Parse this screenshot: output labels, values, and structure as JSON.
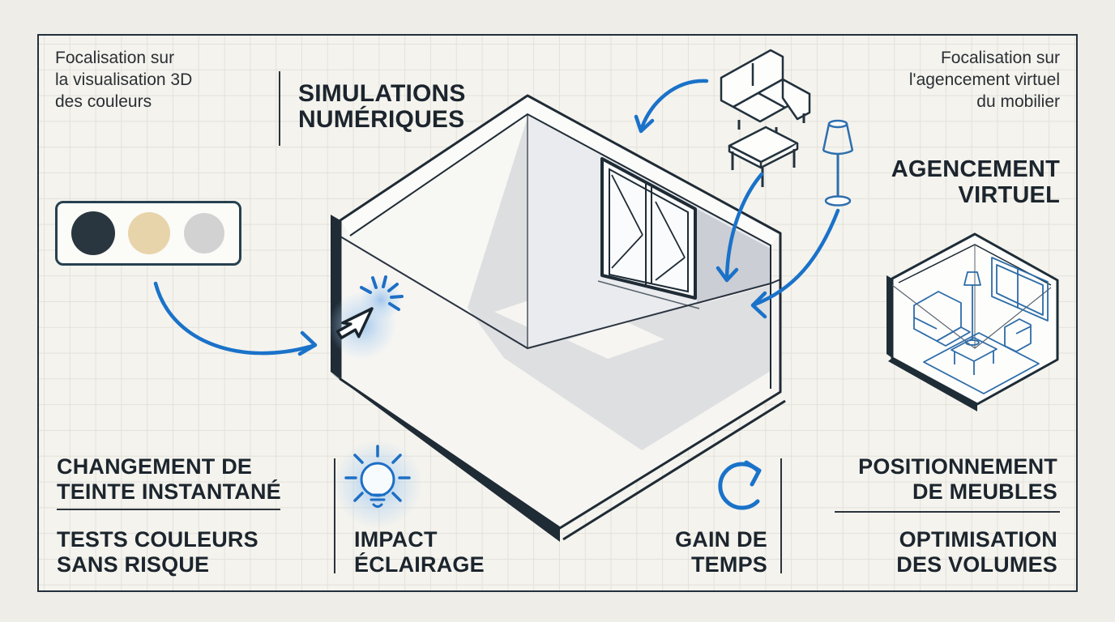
{
  "notes": {
    "top_left": [
      "Focalisation sur",
      "la visualisation 3D",
      "des couleurs"
    ],
    "top_right": [
      "Focalisation sur",
      "l'agencement virtuel",
      "du mobilier"
    ]
  },
  "headings": {
    "center": [
      "SIMULATIONS",
      "NUMÉRIQUES"
    ],
    "right": [
      "AGENCEMENT",
      "VIRTUEL"
    ]
  },
  "benefits": {
    "color_top": [
      "CHANGEMENT DE",
      "TEINTE INSTANTANÉ"
    ],
    "color_bottom": [
      "TESTS COULEURS",
      "SANS RISQUE"
    ],
    "lighting": [
      "IMPACT",
      "ÉCLAIRAGE"
    ],
    "time": [
      "GAIN DE",
      "TEMPS"
    ],
    "furniture_top": [
      "POSITIONNEMENT",
      "DE MEUBLES"
    ],
    "furniture_bottom": [
      "OPTIMISATION",
      "DES VOLUMES"
    ]
  },
  "swatches": {
    "colors": [
      "#2a363f",
      "#e8d4aa",
      "#d2d2d3"
    ]
  },
  "icons": {
    "cursor": "cursor-click-icon",
    "lightbulb": "lightbulb-icon",
    "refresh": "refresh-arrow-icon",
    "sofa": "sofa-icon",
    "table": "coffee-table-icon",
    "lamp": "floor-lamp-icon",
    "mini_room": "furnished-room-icon"
  },
  "accents": {
    "blue": "#1a72c9",
    "ink": "#1f2b35",
    "shadow": "#d8dade"
  }
}
